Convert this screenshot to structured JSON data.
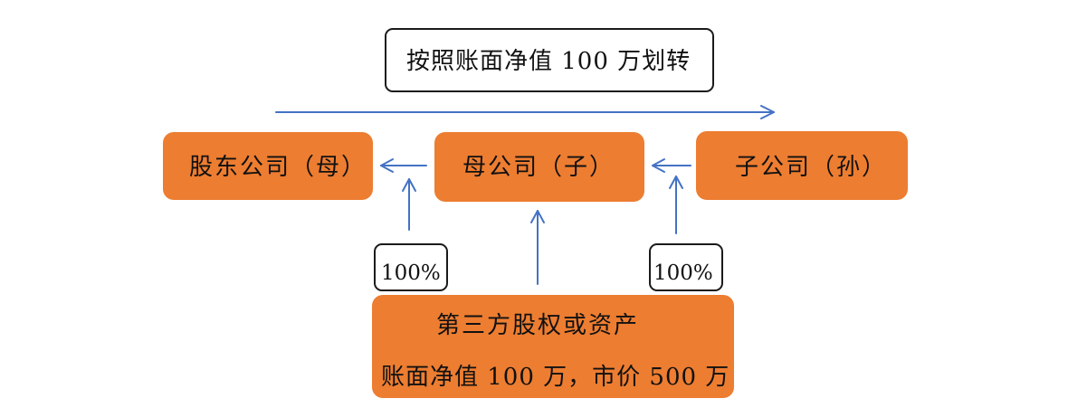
{
  "transfer_label": "按照账面净值 100 万划转",
  "nodes": {
    "shareholder": "股东公司（母）",
    "parent": "母公司（子）",
    "subsidiary": "子公司（孙）"
  },
  "ownership": {
    "left": "100%",
    "right": "100%"
  },
  "third_party": {
    "line1": "第三方股权或资产",
    "line2": "账面净值 100 万，市价 500 万"
  },
  "colors": {
    "node_fill": "#ED7D31",
    "arrow": "#4472C4",
    "label_border": "#1a1a1a"
  }
}
